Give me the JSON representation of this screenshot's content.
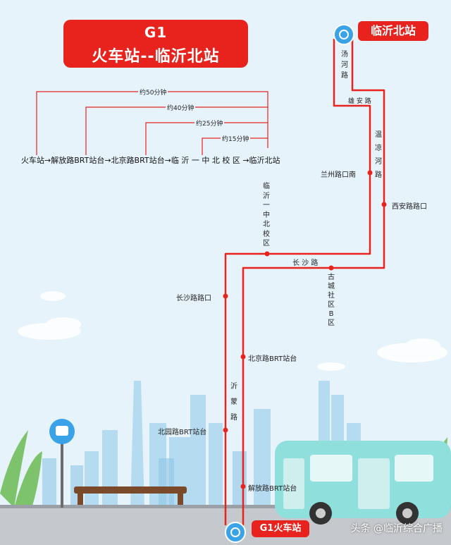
{
  "title": {
    "code": "G1",
    "route": "火车站--临沂北站"
  },
  "terminals": {
    "north": "临沂北站",
    "south": "G1火车站"
  },
  "timeline": {
    "route": "火车站→解放路BRT站台→北京路BRT站台→临 沂 一 中 北 校 区 →临沂北站",
    "durations": [
      "约50分钟",
      "约40分钟",
      "约25分钟",
      "约15分钟"
    ]
  },
  "streets": {
    "tanghe": "汤河路",
    "xiongan": "雄 安 路",
    "wenliang": "温凉河路",
    "changsha": "长 沙 路",
    "yimeng": "沂蒙路"
  },
  "stops": {
    "lanzhou": "兰州路口南",
    "xian": "西安路路口",
    "linyi_no1": "临沂一中北校区",
    "gucheng": "古城社区B区",
    "changsha_kou": "长沙路路口",
    "beijing_brt": "北京路BRT站台",
    "beiyuan_brt": "北园路BRT站台",
    "jiefang_brt": "解放路BRT站台"
  },
  "watermark": "头条 @临沂综合广播",
  "colors": {
    "route": "#e8231e",
    "accent": "#3aa3e8",
    "sky": "#e6f3fb"
  }
}
